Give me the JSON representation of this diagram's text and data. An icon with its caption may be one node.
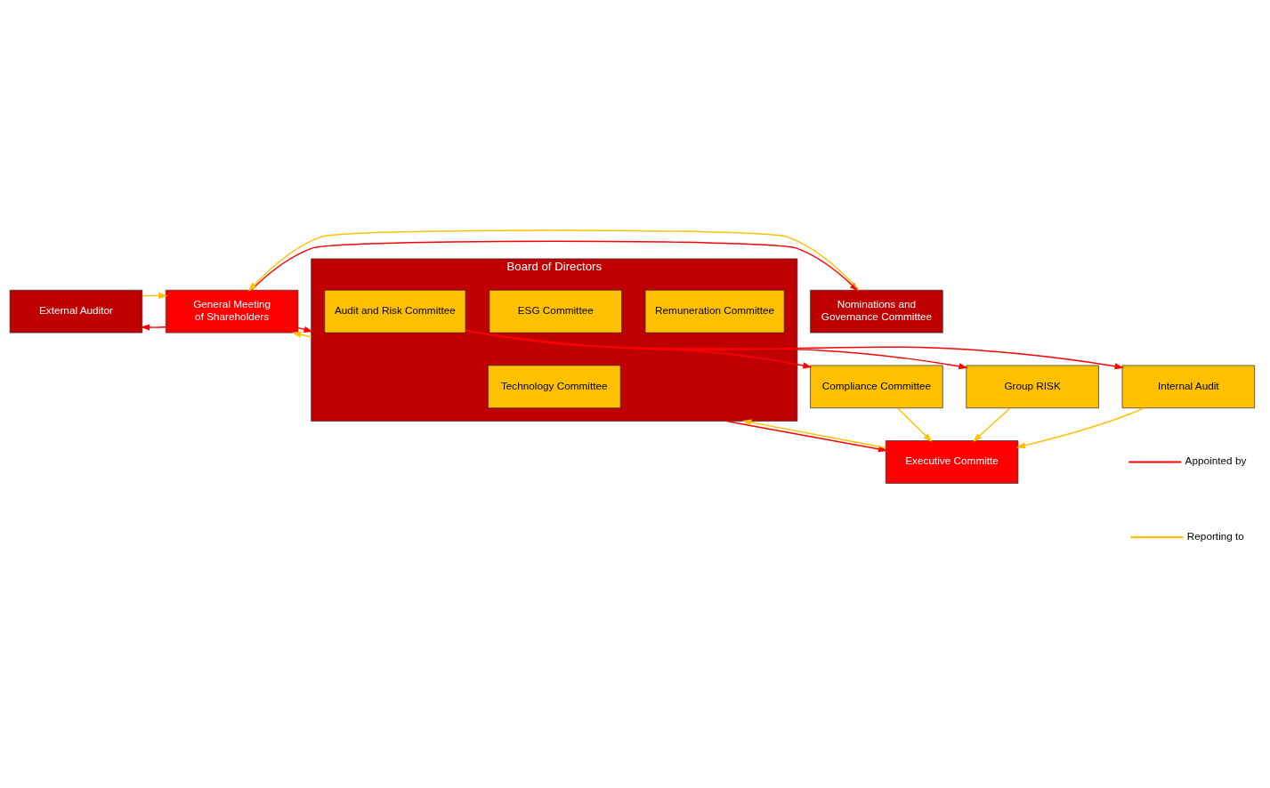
{
  "diagram": {
    "nodes": [
      {
        "text": [
          "External Auditor"
        ]
      },
      {
        "text": [
          "General Meeting of Shareholders"
        ]
      },
      {
        "text": [
          "Nominations and Governance Committee"
        ]
      },
      {
        "text": [
          "Board of Directors"
        ]
      },
      {
        "text": [
          "Remuneration Committee"
        ],
        "in": 3
      },
      {
        "text": [
          "ESG Committee"
        ],
        "in": 3
      },
      {
        "text": [
          "Technology Committee"
        ],
        "in": 3
      },
      {
        "text": [
          "Audit and Risk Committee"
        ],
        "in": 3
      },
      {
        "text": [
          "Executive Committe"
        ]
      },
      {
        "text": [
          "Compliance Committee"
        ]
      },
      {
        "text": [
          "Group RISK"
        ]
      },
      {
        "text": [
          "Internal Audit"
        ]
      }
    ],
    "edges": [
      {
        "from": 1,
        "to": 0,
        "arrow": "to"
      },
      {
        "from": 0,
        "to": 1,
        "arrow": "to",
        "color": "#ffc000"
      },
      {
        "from": 1,
        "to": 2,
        "arrow": "to"
      },
      {
        "from": 2,
        "to": 1,
        "arrow": "to",
        "color": "#ffc000"
      },
      {
        "from": 1,
        "to": 3,
        "arrow": "to"
      },
      {
        "from": 3,
        "to": 1,
        "arrow": "to",
        "color": "#ffc000"
      },
      {
        "from": 3,
        "to": 8,
        "arrow": "to"
      },
      {
        "from": 8,
        "to": 3,
        "arrow": "to",
        "color": "#ffc000"
      },
      {
        "from": 7,
        "to": 9,
        "arrow": "to"
      },
      {
        "from": 7,
        "to": 10,
        "arrow": "to"
      },
      {
        "from": 7,
        "to": 11,
        "arrow": "to"
      },
      {
        "from": 9,
        "to": 8,
        "arrow": "to",
        "color": "#ffc000"
      },
      {
        "from": 10,
        "to": 8,
        "arrow": "to",
        "color": "#ffc000"
      },
      {
        "from": 11,
        "to": 8,
        "arrow": "to",
        "color": "#ffc000"
      }
    ],
    "legend": [
      {
        "text": "Appointed by"
      },
      {
        "text": "Reporting to"
      }
    ]
  }
}
